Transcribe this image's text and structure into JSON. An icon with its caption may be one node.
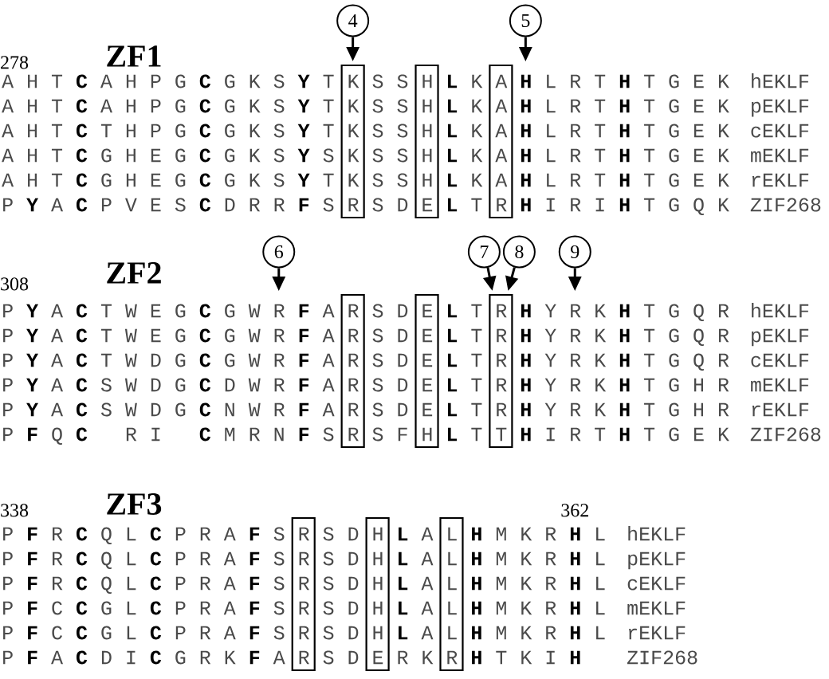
{
  "diagram": {
    "nodes": [
      {
        "text": [
          "4"
        ]
      },
      {
        "text": [
          "5"
        ]
      },
      {
        "text": [],
        "shape": "box"
      },
      {
        "text": [],
        "shape": "box"
      },
      {
        "text": [],
        "shape": "box"
      },
      {
        "text": [
          "A H T **C** A H P G **C** G K S **Y** T K S S H **L** K A **H** L R T **H** T G E K"
        ]
      },
      {
        "text": [
          "6"
        ]
      },
      {
        "text": [
          "7"
        ]
      },
      {
        "text": [
          "8"
        ]
      },
      {
        "text": [
          "9"
        ]
      },
      {
        "text": [],
        "shape": "box"
      },
      {
        "text": [],
        "shape": "box"
      },
      {
        "text": [],
        "shape": "box"
      },
      {
        "text": [
          "P **Y** A **C** T W E G **C** G W R **F** A R S D E **L** T R **H** Y R K **H** T G Q R"
        ]
      },
      {
        "text": [],
        "shape": "box"
      },
      {
        "text": [],
        "shape": "box"
      },
      {
        "text": [],
        "shape": "box"
      }
    ],
    "edges": [
      {
        "from": 0,
        "to": 2,
        "arrow": "to"
      },
      {
        "from": 1,
        "to": 5,
        "arrow": "to"
      },
      {
        "from": 6,
        "to": 13,
        "arrow": "to"
      },
      {
        "from": 7,
        "to": 12,
        "arrow": "to"
      },
      {
        "from": 8,
        "to": 12,
        "arrow": "to"
      },
      {
        "from": 9,
        "to": 13,
        "arrow": "to"
      }
    ],
    "labels": [
      "278",
      "ZF1",
      "hEKLF",
      "A H T **C** A H P G **C** G K S **Y** T K S S H **L** K A **H** L R T **H** T G E K",
      "pEKLF",
      "A H T **C** T H P G **C** G K S **Y** T K S S H **L** K A **H** L R T **H** T G E K",
      "cEKLF",
      "A H T **C** G H E G **C** G K S **Y** S K S S H **L** K A **H** L R T **H** T G E K",
      "mEKLF",
      "A H T **C** G H E G **C** G K S **Y** T K S S H **L** K A **H** L R T **H** T G E K",
      "rEKLF",
      "P **Y** A **C** P V E S **C** D R R **F** S R S D E **L** T R **H** I R I **H** T G Q K",
      "ZIF268",
      "308",
      "ZF2",
      "hEKLF",
      "P **Y** A **C** T W E G **C** G W R **F** A R S D E **L** T R **H** Y R K **H** T G Q R",
      "pEKLF",
      "P **Y** A **C** T W D G **C** G W R **F** A R S D E **L** T R **H** Y R K **H** T G Q R",
      "cEKLF",
      "P **Y** A **C** S W D G **C** D W R **F** A R S D E **L** T R **H** Y R K **H** T G H R",
      "mEKLF",
      "P **Y** A **C** S W D G **C** N W R **F** A R S D E **L** T R **H** Y R K **H** T G H R",
      "rEKLF",
      "P **F** Q **C**",
      "R I",
      "**C** M R N **F** S R S F H **L** T T **H** I R T **H** T G E K",
      "ZIF268",
      "338",
      "ZF3",
      "362",
      "P **F** R **C** Q L **C** P R A **F** S R S D H **L** A L **H** M K R **H** L",
      "hEKLF",
      "P **F** R **C** Q L **C** P R A **F** S R S D H **L** A L **H** M K R **H** L",
      "pEKLF",
      "P **F** R **C** Q L **C** P R A **F** S R S D H **L** A L **H** M K R **H** L",
      "cEKLF",
      "P **F** C **C** G L **C** P R A **F** S R S D H **L** A L **H** M K R **H** L",
      "mEKLF",
      "P **F** C **C** G L **C** P R A **F** S R S D H **L** A L **H** M K R **H** L",
      "rEKLF",
      "P **F** A **C** D I **C** G R K **F** A R S D E R K R **H** T K I **H**",
      "ZIF268"
    ]
  }
}
